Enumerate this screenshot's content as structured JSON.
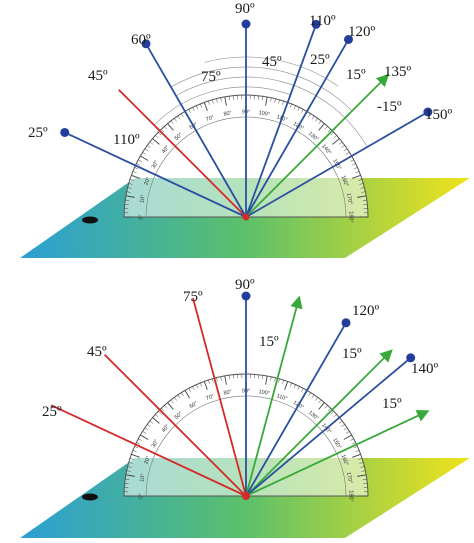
{
  "colors": {
    "blue_ray": "#2b4fa0",
    "red_ray": "#d42a2a",
    "green_ray": "#39a83a",
    "dot": "#233d9a",
    "plate_left": "#2a9fd6",
    "plate_mid": "#5cc06a",
    "plate_right": "#f0e21c"
  },
  "protractor_ticks": [
    "0°",
    "10°",
    "20°",
    "30°",
    "40°",
    "50°",
    "60°",
    "70°",
    "80°",
    "90°",
    "100°",
    "110°",
    "120°",
    "130°",
    "140°",
    "150°",
    "160°",
    "170°",
    "180°"
  ],
  "panels": [
    {
      "id": "top",
      "rays": [
        {
          "angle": 25,
          "color": "blue",
          "end": "dot"
        },
        {
          "angle": 45,
          "color": "red",
          "end": "none"
        },
        {
          "angle": 60,
          "color": "blue",
          "end": "dot"
        },
        {
          "angle": 90,
          "color": "blue",
          "end": "dot"
        },
        {
          "angle": 110,
          "color": "blue",
          "end": "dot"
        },
        {
          "angle": 120,
          "color": "blue",
          "end": "dot"
        },
        {
          "angle": 135,
          "color": "green",
          "end": "arrow"
        },
        {
          "angle": 150,
          "color": "blue",
          "end": "dot"
        }
      ],
      "labels": {
        "l25": "25º",
        "l45": "45º",
        "l60": "60º",
        "l90": "90º",
        "l110": "110º",
        "l120": "120º",
        "l135": "135º",
        "l150": "150º",
        "a110": "110º",
        "a75": "75º",
        "a45": "45º",
        "a25": "25º",
        "a15": "15º",
        "am15": "-15º"
      }
    },
    {
      "id": "bottom",
      "rays": [
        {
          "angle": 25,
          "color": "red",
          "end": "none"
        },
        {
          "angle": 45,
          "color": "red",
          "end": "none"
        },
        {
          "angle": 75,
          "color": "red",
          "end": "none"
        },
        {
          "angle": 90,
          "color": "blue",
          "end": "dot"
        },
        {
          "angle": 105,
          "color": "green",
          "end": "arrow"
        },
        {
          "angle": 120,
          "color": "blue",
          "end": "dot"
        },
        {
          "angle": 135,
          "color": "green",
          "end": "arrow"
        },
        {
          "angle": 140,
          "color": "blue",
          "end": "dot"
        },
        {
          "angle": 155,
          "color": "green",
          "end": "arrow"
        }
      ],
      "labels": {
        "l25": "25º",
        "l45": "45º",
        "l75": "75º",
        "l90": "90º",
        "l120": "120º",
        "l140": "140º",
        "a15a": "15º",
        "a15b": "15º",
        "a15c": "15º"
      }
    }
  ]
}
